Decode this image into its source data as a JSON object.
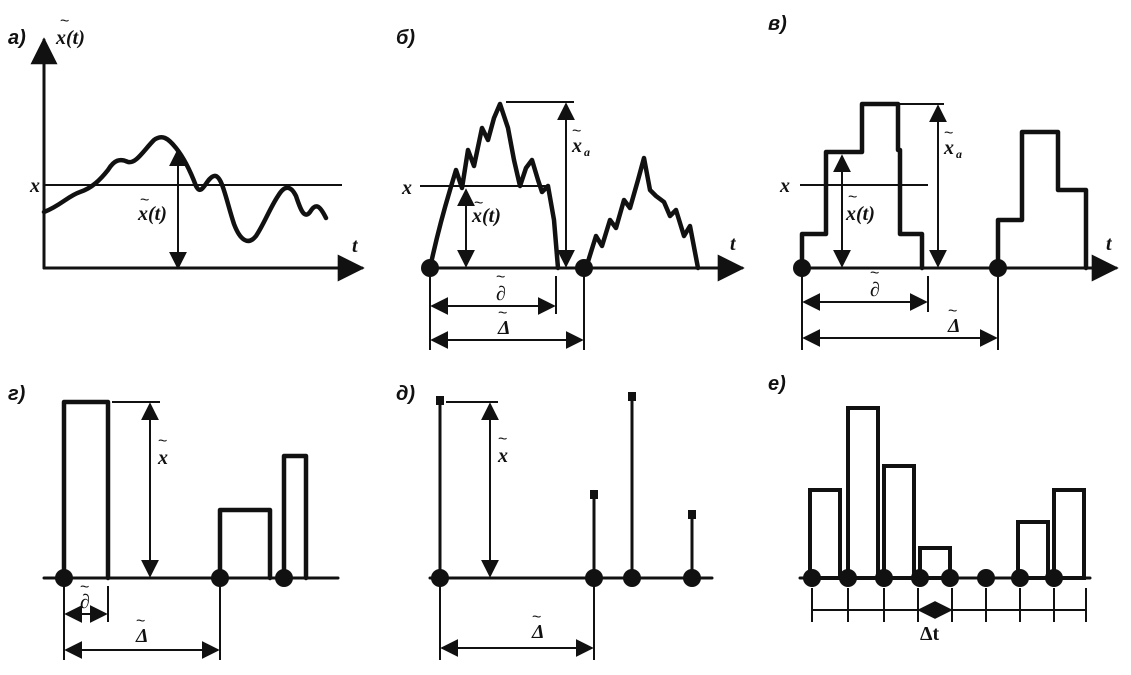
{
  "panels": {
    "a": {
      "label": "а)",
      "axis_y": "x(t)",
      "axis_t": "t",
      "level": "x",
      "value": "x(t)"
    },
    "b": {
      "label": "б)",
      "axis_t": "t",
      "level": "x",
      "value": "x(t)",
      "peak": "x",
      "peak_sub": "a",
      "dur": "∂",
      "period": "Δ"
    },
    "v": {
      "label": "в)",
      "axis_t": "t",
      "level": "x",
      "value": "x(t)",
      "peak": "x",
      "peak_sub": "a",
      "dur": "∂",
      "period": "Δ"
    },
    "g": {
      "label": "г)",
      "amp": "x",
      "dur": "∂",
      "period": "Δ"
    },
    "d": {
      "label": "д)",
      "amp": "x",
      "period": "Δ"
    },
    "e": {
      "label": "е)",
      "step": "Δt"
    }
  },
  "tilde": "~"
}
